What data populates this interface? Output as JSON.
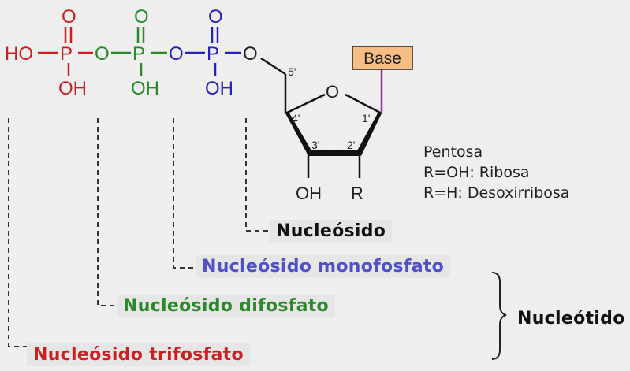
{
  "colors": {
    "triphosphate": "#cc1f1f",
    "diphosphate": "#2a8a2a",
    "monophosphate": "#2323bb",
    "nucleoside_label": "#5050c8",
    "base_box_fill": "#f7be84",
    "bond_purple": "#9c2a9c",
    "ring_oxygen": "#222222"
  },
  "phosphates": {
    "p1": {
      "P": "P",
      "O_top": "O",
      "OH_bottom": "OH",
      "HO_left": "HO",
      "bridge_O": "O"
    },
    "p2": {
      "P": "P",
      "O_top": "O",
      "OH_bottom": "OH",
      "bridge_O": "O"
    },
    "p3": {
      "P": "P",
      "O_top": "O",
      "OH_bottom": "OH",
      "ester_O": "O"
    }
  },
  "sugar": {
    "c5": "5'",
    "c4": "4'",
    "c3": "3'",
    "c2": "2'",
    "c1": "1'",
    "ring_O": "O",
    "oh_3": "OH",
    "r_2": "R",
    "base": "Base"
  },
  "pentosa_legend": {
    "title": "Pentosa",
    "ribose": "R=OH: Ribosa",
    "deoxyribose": "R=H: Desoxirribosa"
  },
  "labels": {
    "nucleosido": "Nucleósido",
    "monofosfato": "Nucleósido monofosfato",
    "difosfato": "Nucleósido difosfato",
    "trifosfato": "Nucleósido trifosfato",
    "nucleotido": "Nucleótido"
  }
}
